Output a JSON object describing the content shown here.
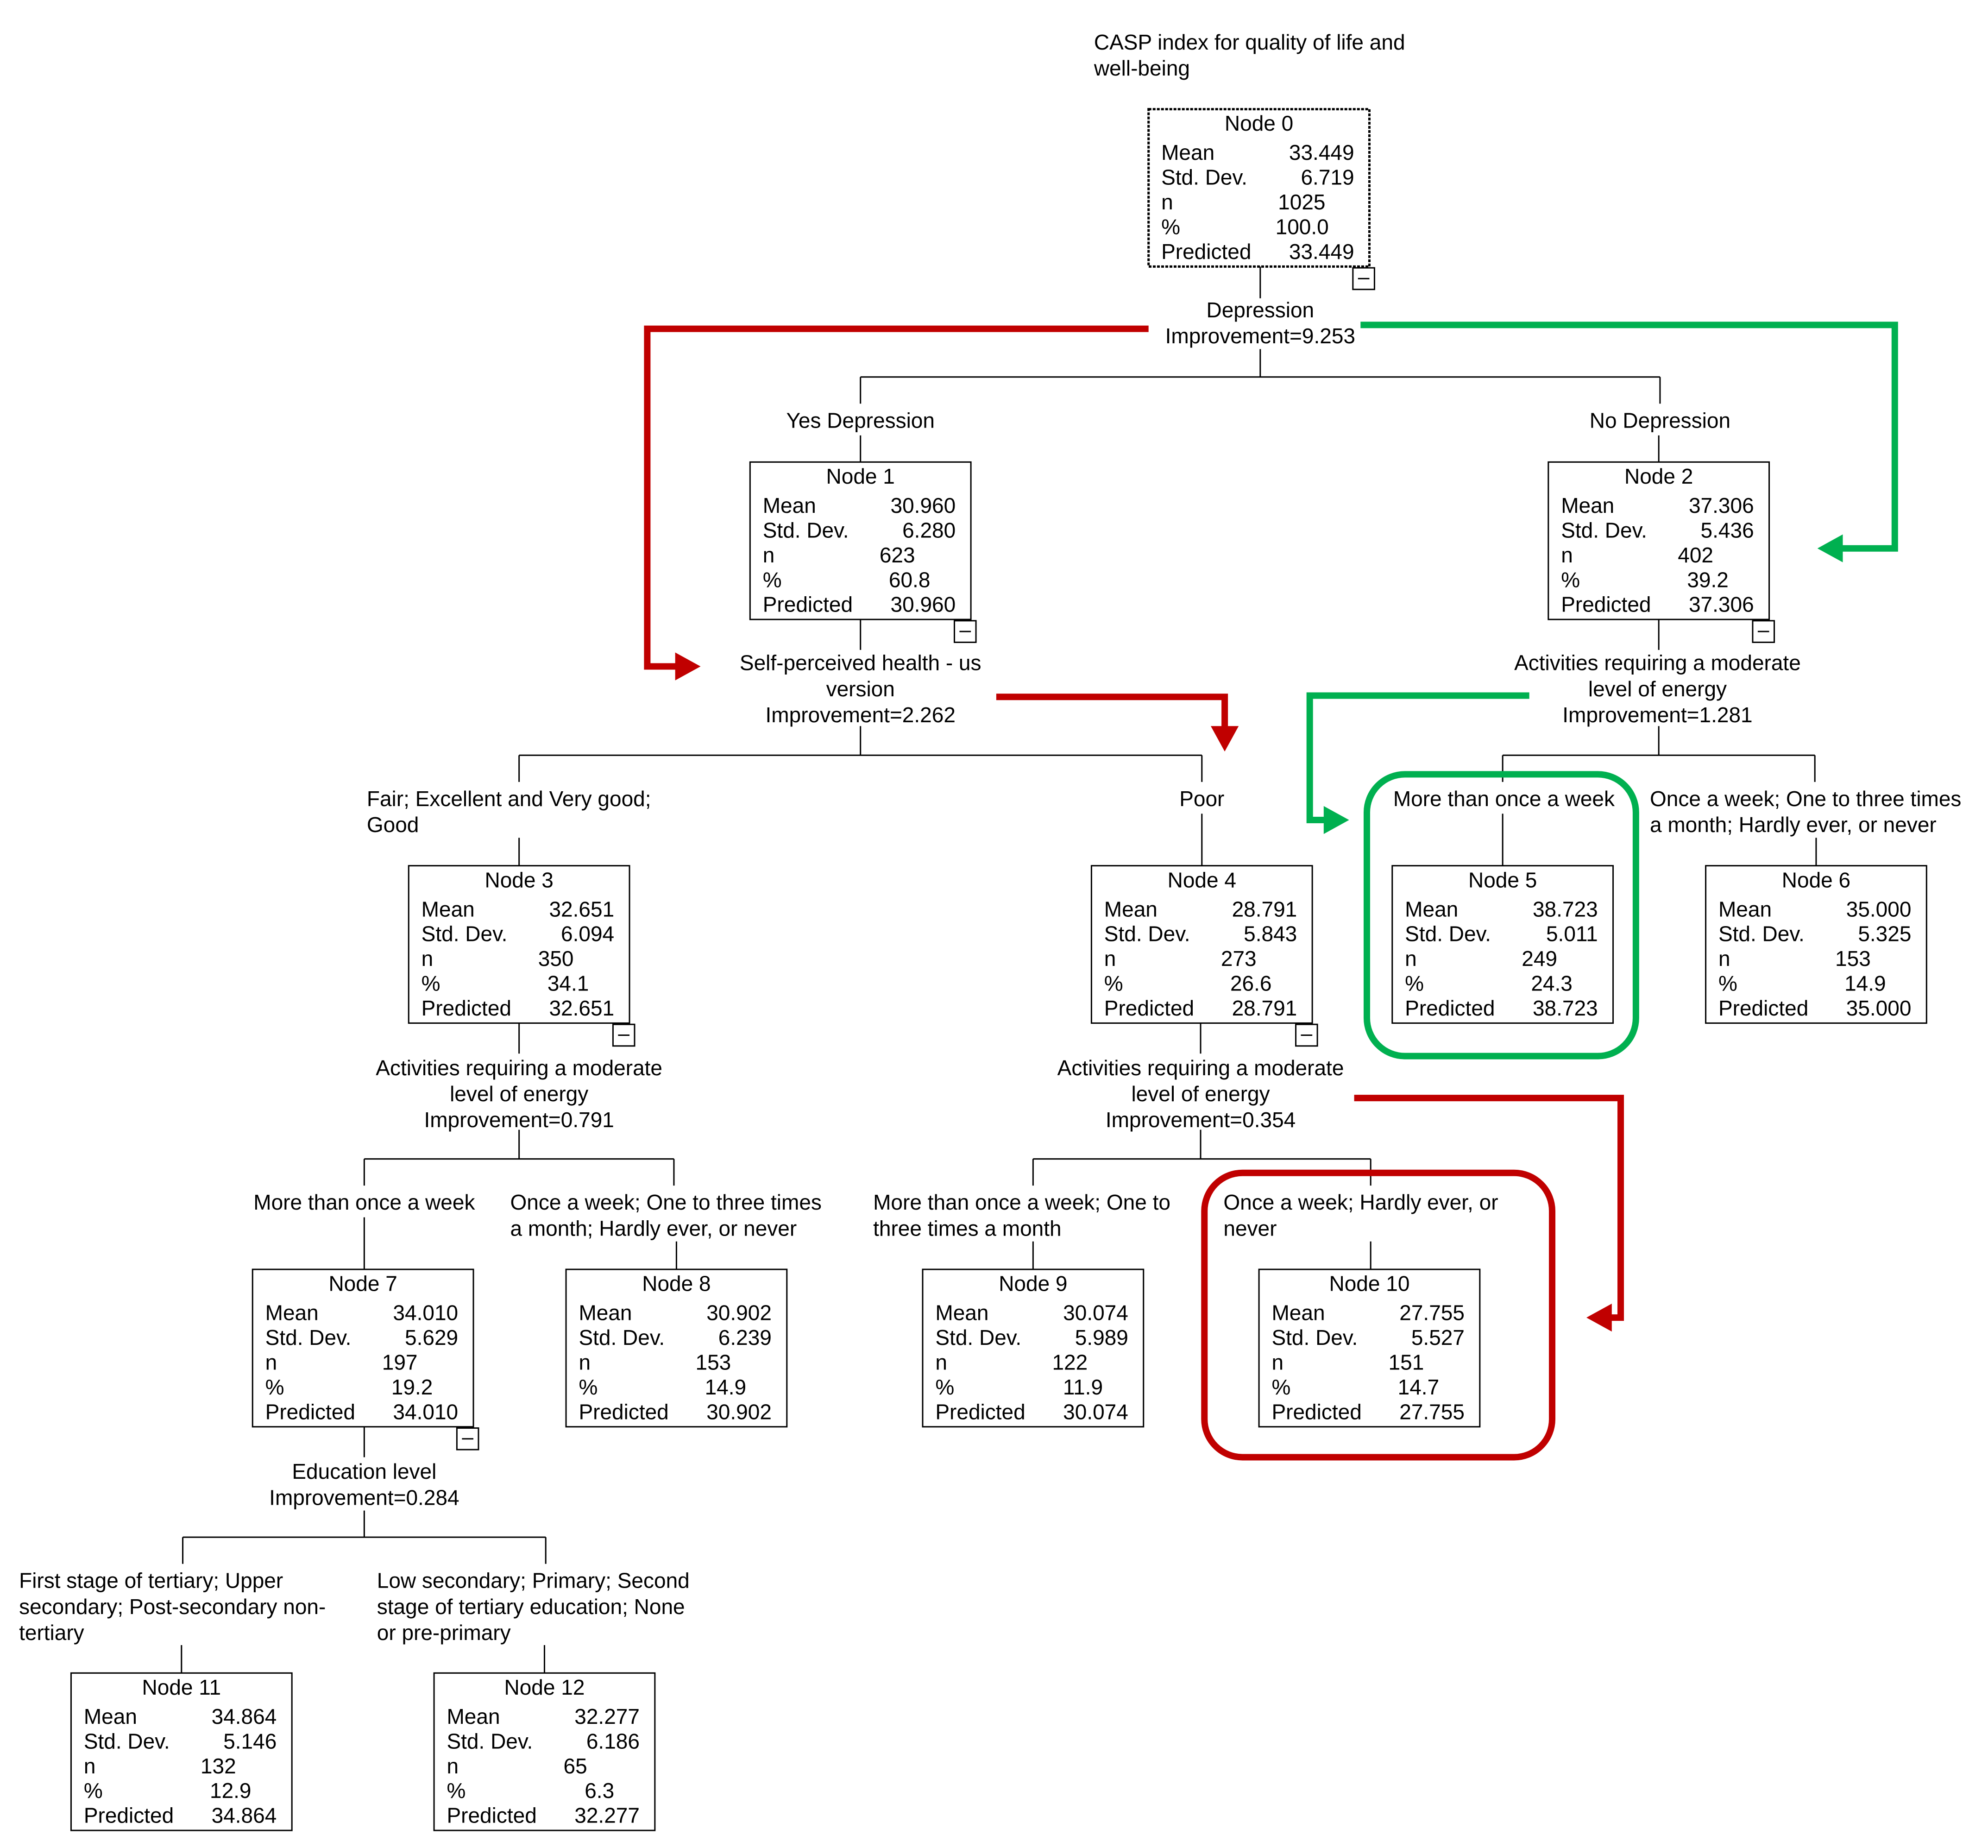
{
  "title": [
    "CASP index for quality of life and",
    "well-being"
  ],
  "stat_labels": {
    "mean": "Mean",
    "sd": "Std. Dev.",
    "n": "n",
    "pct": "%",
    "pred": "Predicted"
  },
  "colors": {
    "red": "#c00000",
    "green": "#00b050"
  },
  "nodes": [
    {
      "id": "n0",
      "label": "Node 0",
      "mean": "33.449",
      "sd": "6.719",
      "n": "1025",
      "pct": "100.0",
      "pred": "33.449",
      "collapse": true
    },
    {
      "id": "n1",
      "label": "Node 1",
      "mean": "30.960",
      "sd": "6.280",
      "n": "623",
      "pct": "60.8",
      "pred": "30.960",
      "collapse": true
    },
    {
      "id": "n2",
      "label": "Node 2",
      "mean": "37.306",
      "sd": "5.436",
      "n": "402",
      "pct": "39.2",
      "pred": "37.306",
      "collapse": true
    },
    {
      "id": "n3",
      "label": "Node 3",
      "mean": "32.651",
      "sd": "6.094",
      "n": "350",
      "pct": "34.1",
      "pred": "32.651",
      "collapse": true
    },
    {
      "id": "n4",
      "label": "Node 4",
      "mean": "28.791",
      "sd": "5.843",
      "n": "273",
      "pct": "26.6",
      "pred": "28.791",
      "collapse": true
    },
    {
      "id": "n5",
      "label": "Node 5",
      "mean": "38.723",
      "sd": "5.011",
      "n": "249",
      "pct": "24.3",
      "pred": "38.723",
      "collapse": false
    },
    {
      "id": "n6",
      "label": "Node 6",
      "mean": "35.000",
      "sd": "5.325",
      "n": "153",
      "pct": "14.9",
      "pred": "35.000",
      "collapse": false
    },
    {
      "id": "n7",
      "label": "Node 7",
      "mean": "34.010",
      "sd": "5.629",
      "n": "197",
      "pct": "19.2",
      "pred": "34.010",
      "collapse": true
    },
    {
      "id": "n8",
      "label": "Node 8",
      "mean": "30.902",
      "sd": "6.239",
      "n": "153",
      "pct": "14.9",
      "pred": "30.902",
      "collapse": false
    },
    {
      "id": "n9",
      "label": "Node 9",
      "mean": "30.074",
      "sd": "5.989",
      "n": "122",
      "pct": "11.9",
      "pred": "30.074",
      "collapse": false
    },
    {
      "id": "n10",
      "label": "Node 10",
      "mean": "27.755",
      "sd": "5.527",
      "n": "151",
      "pct": "14.7",
      "pred": "27.755",
      "collapse": false
    },
    {
      "id": "n11",
      "label": "Node 11",
      "mean": "34.864",
      "sd": "5.146",
      "n": "132",
      "pct": "12.9",
      "pred": "34.864",
      "collapse": false
    },
    {
      "id": "n12",
      "label": "Node 12",
      "mean": "32.277",
      "sd": "6.186",
      "n": "65",
      "pct": "6.3",
      "pred": "32.277",
      "collapse": false
    }
  ],
  "splits": [
    {
      "id": "s0",
      "lines": [
        "Depression",
        "Improvement=9.253"
      ]
    },
    {
      "id": "s1",
      "lines": [
        "Self-perceived health - us",
        "version",
        "Improvement=2.262"
      ]
    },
    {
      "id": "s2",
      "lines": [
        "Activities requiring a moderate",
        "level of energy",
        "Improvement=1.281"
      ]
    },
    {
      "id": "s3",
      "lines": [
        "Activities requiring a moderate",
        "level of energy",
        "Improvement=0.791"
      ]
    },
    {
      "id": "s4",
      "lines": [
        "Activities requiring a moderate",
        "level of energy",
        "Improvement=0.354"
      ]
    },
    {
      "id": "s7",
      "lines": [
        "Education level",
        "Improvement=0.284"
      ]
    }
  ],
  "branches": [
    {
      "id": "b1",
      "lines": [
        "Yes Depression"
      ]
    },
    {
      "id": "b2",
      "lines": [
        "No Depression"
      ]
    },
    {
      "id": "b3",
      "lines": [
        "Fair; Excellent and Very good;",
        "Good"
      ]
    },
    {
      "id": "b4",
      "lines": [
        "Poor"
      ]
    },
    {
      "id": "b5",
      "lines": [
        "More than once a week"
      ]
    },
    {
      "id": "b6",
      "lines": [
        "Once a week; One to three times",
        "a month; Hardly ever, or never"
      ]
    },
    {
      "id": "b7",
      "lines": [
        "More than once a week"
      ]
    },
    {
      "id": "b8",
      "lines": [
        "Once a week; One to three times",
        "a month; Hardly ever, or never"
      ]
    },
    {
      "id": "b9",
      "lines": [
        "More than once a week; One to",
        "three times a month"
      ]
    },
    {
      "id": "b10",
      "lines": [
        "Once a week; Hardly ever, or",
        "never"
      ]
    },
    {
      "id": "b11",
      "lines": [
        "First stage of tertiary; Upper",
        "secondary; Post-secondary non-",
        "tertiary"
      ]
    },
    {
      "id": "b12",
      "lines": [
        "Low secondary; Primary; Second",
        "stage of tertiary education; None",
        "or pre-primary"
      ]
    }
  ]
}
